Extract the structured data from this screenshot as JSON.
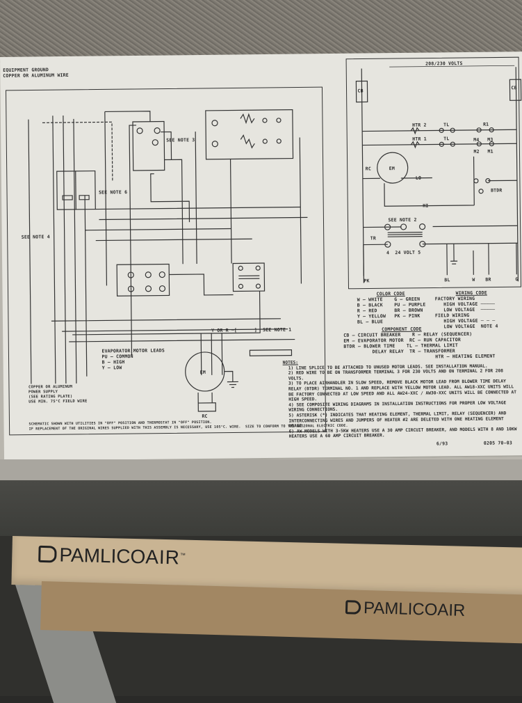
{
  "scene": "Photo of an air handler wiring diagram label above a PamlicoAir filter box",
  "wiring_label": {
    "top_left_text": [
      "EQUIPMENT GROUND",
      "COPPER OR ALUMINUM WIRE"
    ],
    "voltage_header": "208/230 VOLTS",
    "schematic_labels": {
      "cb": "CB",
      "htr2": "HTR 2",
      "htr1": "HTR 1",
      "tl": "TL",
      "r1": "R1",
      "m1": "M1",
      "m2": "M2",
      "m3": "M3",
      "m4": "M4",
      "em": "EM",
      "rc": "RC",
      "lo": "LO",
      "hi": "HI",
      "btdr": "BTDR",
      "see_note_2": "SEE NOTE 2",
      "tr": "TR",
      "volt24": "4  24 VOLT 5",
      "bottom_terms": [
        "PK",
        "BL",
        "W",
        "BR",
        "G"
      ],
      "see_note_3": "SEE NOTE 3",
      "see_note_6": "SEE NOTE 6",
      "see_note_1": "Y OR R ─[      ]  SEE NOTE 1",
      "see_note_4_side": "SEE NOTE 4"
    },
    "evaporator_motor_leads": {
      "title": "EVAPORATOR MOTOR LEADS",
      "items": [
        "PU — COMMON",
        "B — HIGH",
        "Y — LOW"
      ]
    },
    "supply_text": [
      "COPPER OR ALUMINUM",
      "POWER SUPPLY",
      "(SEE RATING PLATE)",
      "USE MIN. 75°C FIELD WIRE"
    ],
    "bottom_footer": [
      "SCHEMATIC SHOWN WITH UTILITIES IN \"OFF\" POSITION AND THERMOSTAT IN \"OFF\" POSITION.",
      "IF REPLACEMENT OF THE ORIGINAL WIRES SUPPLIED WITH THIS ASSEMBLY IS NECESSARY, USE 105°C. WIRE.  SIZE TO CONFORM TO THE NATIONAL ELECTRIC CODE."
    ],
    "color_code": {
      "title": "COLOR CODE",
      "items": [
        "W — WHITE",
        "G — GREEN",
        "B — BLACK",
        "PU — PURPLE",
        "R — RED",
        "BR — BROWN",
        "Y — YELLOW",
        "PK — PINK",
        "BL — BLUE"
      ]
    },
    "wiring_code": {
      "title": "WIRING CODE",
      "factory": "FACTORY WIRING",
      "factory_high": "HIGH VOLTAGE",
      "factory_low": "LOW VOLTAGE",
      "field": "FIELD WIRING",
      "field_high": "HIGH VOLTAGE",
      "field_low": "LOW VOLTAGE",
      "note4": "NOTE 4"
    },
    "component_code": {
      "title": "COMPONENT CODE",
      "left": [
        "CB — CIRCUIT BREAKER",
        "EM — EVAPORATOR MOTOR",
        "BTDR — BLOWER TIME",
        "          DELAY RELAY"
      ],
      "right": [
        "R — RELAY (SEQUENCER)",
        "RC — RUN CAPACITOR",
        "TL — THERMAL LIMIT",
        "TR — TRANSFORMER",
        "HTR — HEATING ELEMENT"
      ]
    },
    "notes": {
      "title": "NOTES:",
      "items": [
        "1) LINE SPLICE TO BE ATTACHED TO UNUSED MOTOR LEADS.  SEE INSTALLATION MANUAL.",
        "2) RED WIRE TO BE ON TRANSFORMER TERMINAL 3 FOR 230 VOLTS AND ON TERMINAL 2 FOR 208 VOLTS.",
        "3) TO PLACE AIRHANDLER IN SLOW SPEED, REMOVE BLACK MOTOR LEAD FROM BLOWER TIME DELAY RELAY (BTDR) TERMINAL NO. 1 AND REPLACE WITH YELLOW MOTOR LEAD. ALL AW18-XXC UNITS WILL BE FACTORY CONNECTED AT LOW SPEED AND ALL AW24-XXC / AW30-XXC UNITS WILL BE CONNECTED AT HIGH SPEED.",
        "4) SEE COMPOSITE WIRING DIAGRAMS IN INSTALLATION INSTRUCTIONS FOR PROPER LOW VOLTAGE WIRING CONNECTIONS.",
        "5) ASTERISK (*) INDICATES THAT HEATING ELEMENT, THERMAL LIMIT, RELAY (SEQUENCER) AND INTERCONNECTING WIRES AND JUMPERS OF HEATER #2 ARE DELETED WITH ONE HEATING ELEMENT USAGE.",
        "6) AW MODELS WITH 3-5KW HEATERS USE A 30 AMP CIRCUIT BREAKER, AND MODELS WITH 8 AND 10KW HEATERS USE A 60 AMP CIRCUIT BREAKER."
      ]
    },
    "date": "6/93",
    "part_number": "0205 70-03"
  },
  "filter_box": {
    "brand_primary": "PAMLICO",
    "brand_secondary": "AIR",
    "trademark": "™"
  },
  "colors": {
    "label_paper": "#e6e5df",
    "ink": "#2b2b2b",
    "cabinet": "#b9b6ae",
    "cardboard": "#c9b493",
    "dark_interior": "#30302d"
  }
}
